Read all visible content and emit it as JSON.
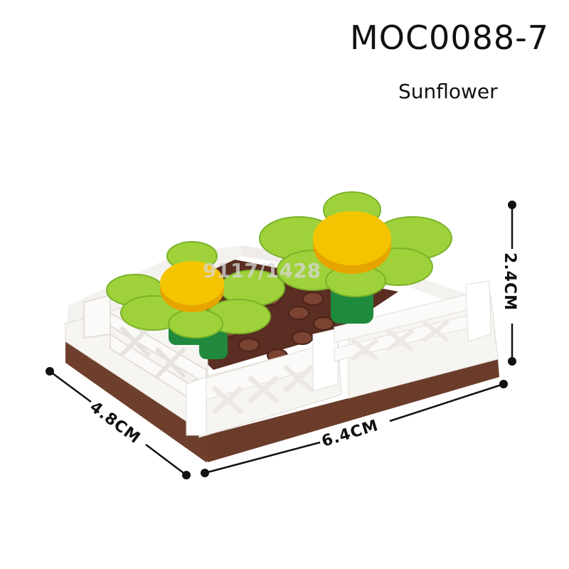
{
  "product": {
    "code": "MOC0088-7",
    "name": "Sunflower"
  },
  "dimensions": {
    "height_label": "2.4CM",
    "depth_label": "4.8CM",
    "width_label": "6.4CM"
  },
  "watermark": "9117/1428",
  "colors": {
    "base_brown": "#6e3f2c",
    "fence_white": "#f7f5f2",
    "leaf_green": "#9fd23a",
    "stem_green": "#1f8a3c",
    "flower_yellow": "#f5c400",
    "soil_brown": "#5a2e22"
  }
}
